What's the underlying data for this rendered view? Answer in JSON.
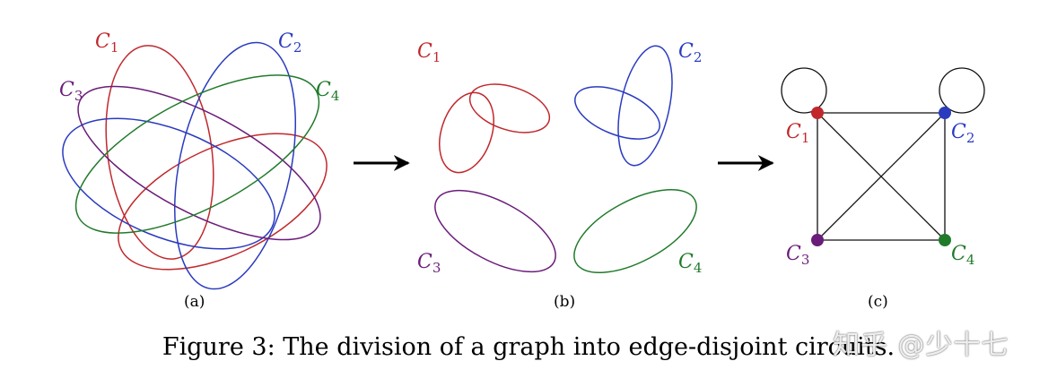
{
  "colors": {
    "c1": "#c0282d",
    "c2": "#2a3bbf",
    "c3": "#6a1c7a",
    "c4": "#207a2a",
    "edge": "#111111"
  },
  "panels": {
    "a": {
      "label": "(a)",
      "circuits": [
        {
          "name": "C",
          "sub": "1"
        },
        {
          "name": "C",
          "sub": "2"
        },
        {
          "name": "C",
          "sub": "3"
        },
        {
          "name": "C",
          "sub": "4"
        }
      ]
    },
    "b": {
      "label": "(b)",
      "circuits": [
        {
          "name": "C",
          "sub": "1"
        },
        {
          "name": "C",
          "sub": "2"
        },
        {
          "name": "C",
          "sub": "3"
        },
        {
          "name": "C",
          "sub": "4"
        }
      ]
    },
    "c": {
      "label": "(c)",
      "vertices": [
        {
          "name": "C",
          "sub": "1"
        },
        {
          "name": "C",
          "sub": "2"
        },
        {
          "name": "C",
          "sub": "3"
        },
        {
          "name": "C",
          "sub": "4"
        }
      ]
    }
  },
  "arrows": [
    "right-arrow",
    "right-arrow"
  ],
  "caption": "Figure 3: The division of a graph into edge-disjoint circuits.",
  "watermark": "知乎 @少十七"
}
